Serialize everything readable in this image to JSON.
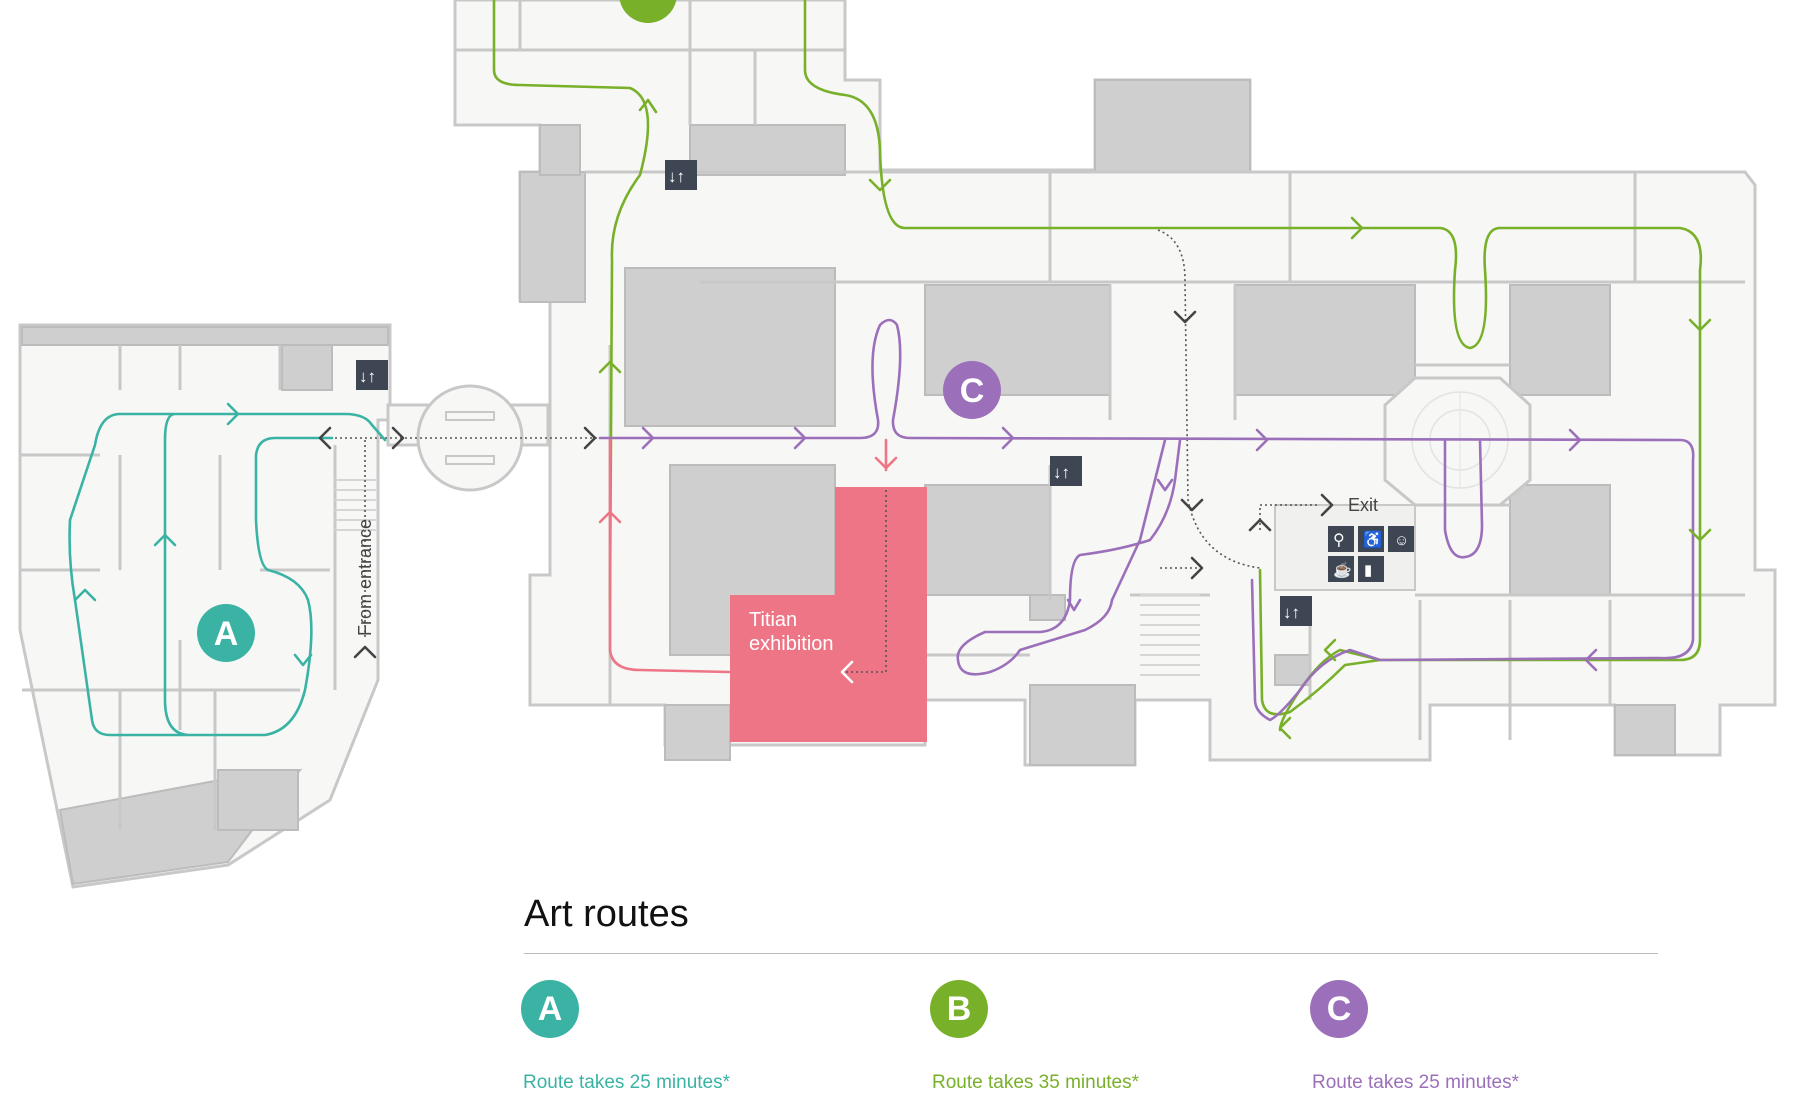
{
  "map": {
    "routes": [
      {
        "id": "A",
        "color": "#3ab3a4"
      },
      {
        "id": "B",
        "color": "#78b02a"
      },
      {
        "id": "C",
        "color": "#9b6fba"
      }
    ],
    "exhibition": {
      "label_line1": "Titian",
      "label_line2": "exhibition",
      "color": "#ee7586"
    },
    "labels": {
      "from_entrance": "From entrance",
      "exit": "Exit",
      "lift": "↓↑"
    },
    "icons": [
      "toilets-icon",
      "accessible-toilet-icon",
      "baby-change-icon",
      "cafe-icon",
      "shop-icon"
    ]
  },
  "legend": {
    "title": "Art routes",
    "routes": [
      {
        "badge": "A",
        "time": "Route takes 25 minutes*",
        "color": "#3ab3a4"
      },
      {
        "badge": "B",
        "time": "Route takes 35 minutes*",
        "color": "#78b02a"
      },
      {
        "badge": "C",
        "time": "Route takes 25 minutes*",
        "color": "#9b6fba"
      }
    ]
  }
}
